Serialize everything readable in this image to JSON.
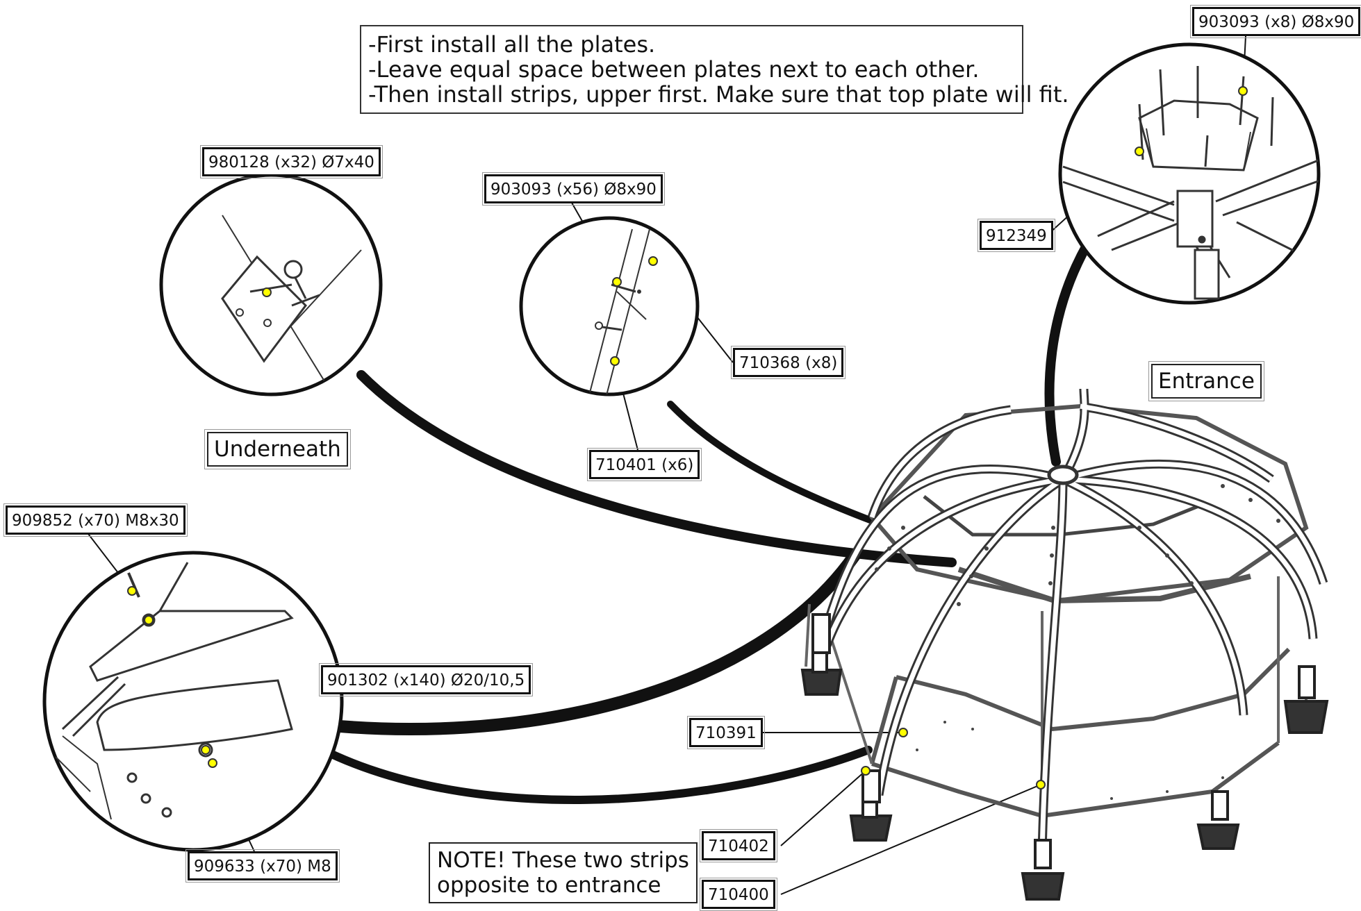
{
  "instructions": [
    "-First install all the plates.",
    "-Leave equal space between plates next to each other.",
    "-Then install strips, upper first. Make sure that top plate will fit."
  ],
  "parts": {
    "bolt_top": "903093 (x8) Ø8x90",
    "plate_top": "912349",
    "screw_under": "980128 (x32) Ø7x40",
    "bolt_mid": "903093 (x56) Ø8x90",
    "strip_mid": "710368 (x8)",
    "strip_low": "710401 (x6)",
    "bolt_left": "909852 (x70) M8x30",
    "washer": "901302 (x140) Ø20/10,5",
    "nut": "909633 (x70) M8",
    "panel": "710391",
    "strip_a": "710402",
    "strip_b": "710400"
  },
  "captions": {
    "underneath": "Underneath",
    "entrance": "Entrance"
  },
  "note": [
    "NOTE! These two strips",
    "opposite to entrance"
  ],
  "colors": {
    "ink": "#111111",
    "marker": "#ffff00",
    "line": "#222222"
  }
}
